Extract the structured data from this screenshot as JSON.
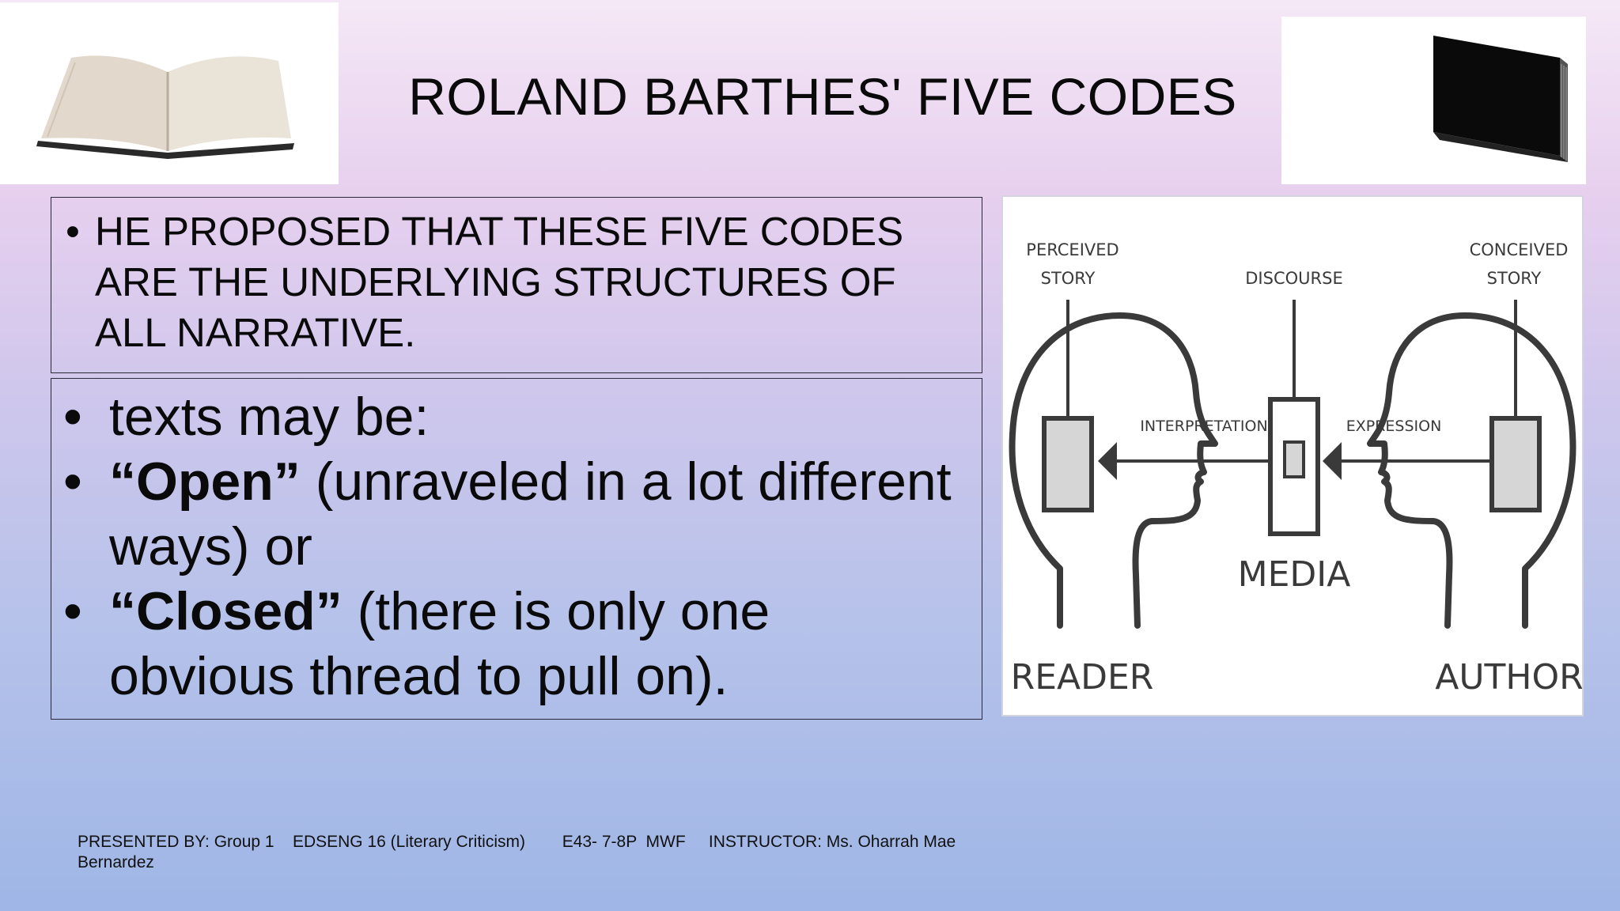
{
  "title": "ROLAND BARTHES' FIVE CODES",
  "intro": {
    "text": "HE PROPOSED THAT THESE FIVE CODES ARE THE UNDERLYING STRUCTURES OF ALL NARRATIVE."
  },
  "points": [
    {
      "term": "",
      "text": "texts may be:"
    },
    {
      "term": "“Open”",
      "text": " (unraveled in a lot different ways) or"
    },
    {
      "term": "“Closed”",
      "text": " (there is only one obvious thread to pull on)."
    }
  ],
  "diagram": {
    "perceived_story": [
      "PERCEIVED",
      "STORY"
    ],
    "discourse": "DISCOURSE",
    "conceived_story": [
      "CONCEIVED",
      "STORY"
    ],
    "interpretation": "INTERPRETATION",
    "expression": "EXPRESSION",
    "media": "MEDIA",
    "reader": "READER",
    "author": "AUTHOR"
  },
  "footer": {
    "presented_by": "PRESENTED BY: Group 1",
    "course": "EDSENG 16 (Literary Criticism)",
    "schedule": "E43- 7-8P  MWF",
    "instructor": "INSTRUCTOR: Ms. Oharrah Mae Bernardez"
  },
  "colors": {
    "text": "#0a0a0a",
    "diagram_stroke": "#3a3a3a",
    "diagram_fill": "#d6d6d6"
  },
  "icons": [
    "open-book-icon",
    "closed-book-icon"
  ]
}
